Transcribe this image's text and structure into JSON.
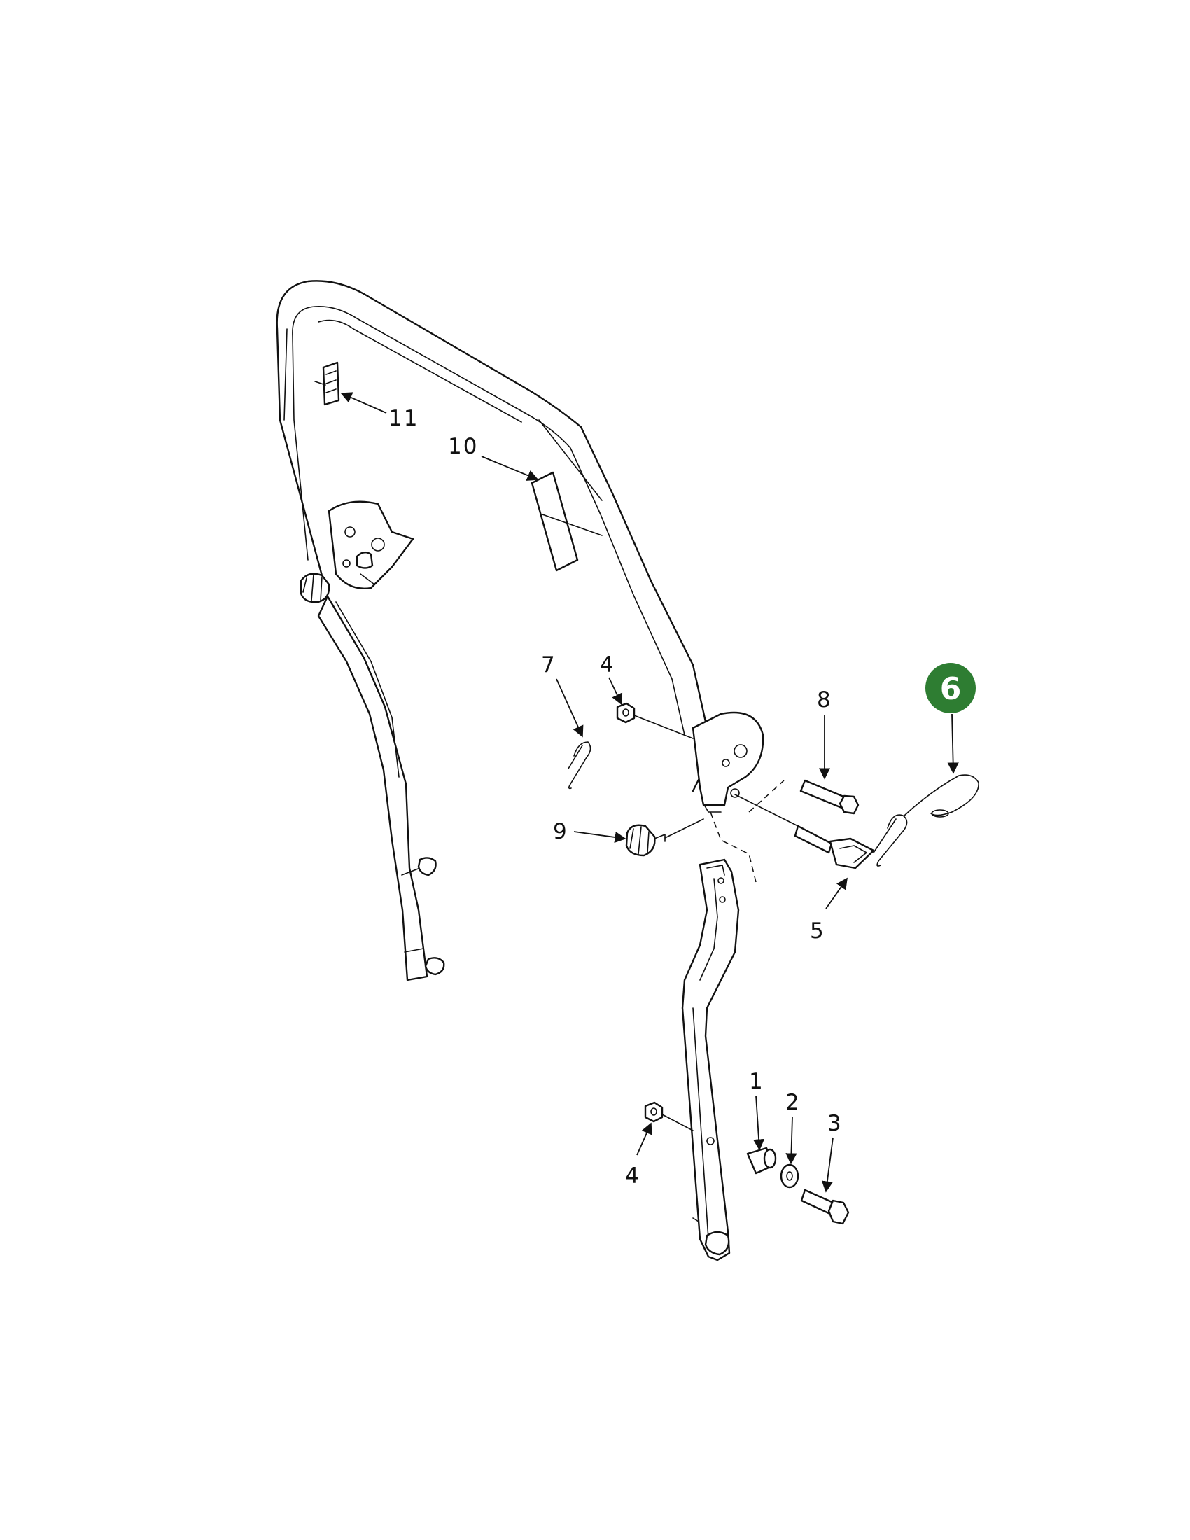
{
  "callouts": [
    {
      "id": "c1",
      "label": "1"
    },
    {
      "id": "c2",
      "label": "2"
    },
    {
      "id": "c3",
      "label": "3"
    },
    {
      "id": "c4a",
      "label": "4"
    },
    {
      "id": "c4b",
      "label": "4"
    },
    {
      "id": "c5",
      "label": "5"
    },
    {
      "id": "c6",
      "label": "6",
      "highlighted": true
    },
    {
      "id": "c7",
      "label": "7"
    },
    {
      "id": "c8",
      "label": "8"
    },
    {
      "id": "c9",
      "label": "9"
    },
    {
      "id": "c10",
      "label": "10"
    },
    {
      "id": "c11",
      "label": "11"
    }
  ],
  "colors": {
    "highlight_badge": "#2e7d32",
    "line": "#111111",
    "background": "#ffffff"
  }
}
